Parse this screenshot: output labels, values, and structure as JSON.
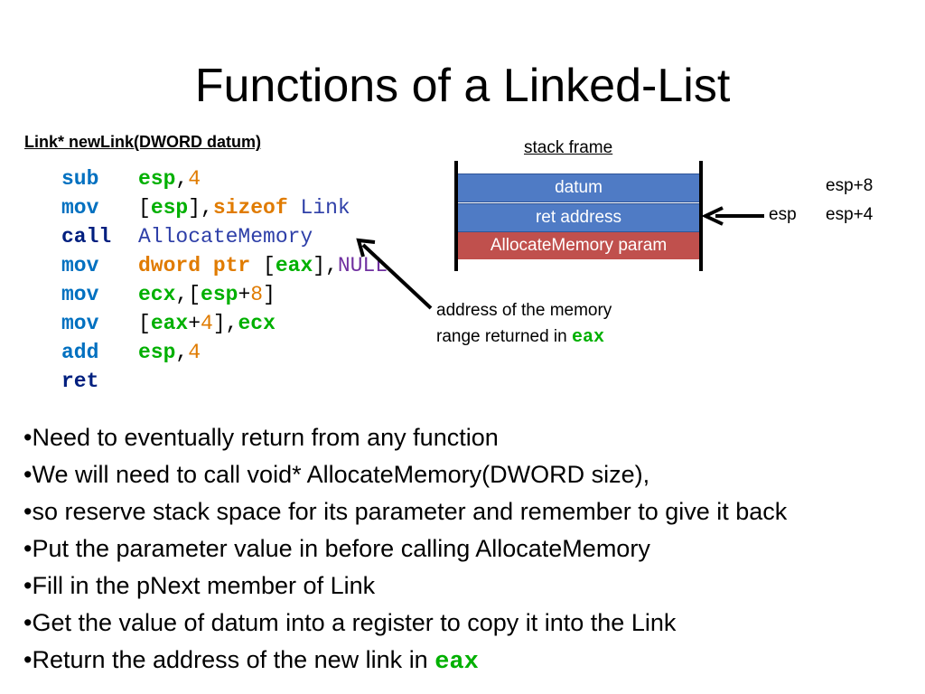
{
  "slide": {
    "title": "Functions of a Linked-List",
    "signature": "Link* newLink(DWORD datum)"
  },
  "code": [
    {
      "op": "sub",
      "args": [
        {
          "t": "esp",
          "c": "reg"
        },
        {
          "t": ",",
          "c": "punct"
        },
        {
          "t": "4",
          "c": "num"
        }
      ]
    },
    {
      "op": "mov",
      "args": [
        {
          "t": "[",
          "c": "punct"
        },
        {
          "t": "esp",
          "c": "reg"
        },
        {
          "t": "],",
          "c": "punct"
        },
        {
          "t": "sizeof",
          "c": "kw"
        },
        {
          "t": " Link",
          "c": "ident"
        }
      ]
    },
    {
      "op": "call",
      "op_color": "navy",
      "args": [
        {
          "t": "AllocateMemory",
          "c": "ident"
        }
      ]
    },
    {
      "op": "mov",
      "args": [
        {
          "t": "dword ptr",
          "c": "kw"
        },
        {
          "t": " [",
          "c": "punct"
        },
        {
          "t": "eax",
          "c": "reg"
        },
        {
          "t": "],",
          "c": "punct"
        },
        {
          "t": "NULL",
          "c": "null"
        }
      ]
    },
    {
      "op": "mov",
      "args": [
        {
          "t": "ecx",
          "c": "reg"
        },
        {
          "t": ",[",
          "c": "punct"
        },
        {
          "t": "esp",
          "c": "reg"
        },
        {
          "t": "+",
          "c": "punct"
        },
        {
          "t": "8",
          "c": "num"
        },
        {
          "t": "]",
          "c": "punct"
        }
      ]
    },
    {
      "op": "mov",
      "args": [
        {
          "t": "[",
          "c": "punct"
        },
        {
          "t": "eax",
          "c": "reg"
        },
        {
          "t": "+",
          "c": "punct"
        },
        {
          "t": "4",
          "c": "num"
        },
        {
          "t": "],",
          "c": "punct"
        },
        {
          "t": "ecx",
          "c": "reg"
        }
      ]
    },
    {
      "op": "add",
      "args": [
        {
          "t": "esp",
          "c": "reg"
        },
        {
          "t": ",",
          "c": "punct"
        },
        {
          "t": "4",
          "c": "num"
        }
      ]
    },
    {
      "op": "ret",
      "op_color": "navy",
      "args": []
    }
  ],
  "stack_frame": {
    "title": "stack frame",
    "rows": [
      "datum",
      "ret address",
      "AllocateMemory param"
    ],
    "offsets": [
      "esp+8",
      "esp+4"
    ],
    "pointer_label": "esp"
  },
  "annotation": {
    "line1": "address of the memory",
    "line2": "range returned in",
    "register": "eax"
  },
  "bullets": [
    "Need to eventually return from any function",
    "We will need to call void* AllocateMemory(DWORD size),",
    "so reserve stack space for its parameter and remember to give it back",
    "Put the parameter value in before calling AllocateMemory",
    "Fill in the pNext member of Link",
    "Get the value of datum into a register to copy it into the Link",
    "Return the address of the new link in"
  ],
  "bullet_register": "eax",
  "bullet_marker": "•",
  "colors": {
    "register_green": "#00b000",
    "keyword_orange": "#e07b00",
    "opcode_blue": "#0070c0",
    "stack_blue": "#4f7bc5",
    "stack_red": "#c0504d"
  }
}
